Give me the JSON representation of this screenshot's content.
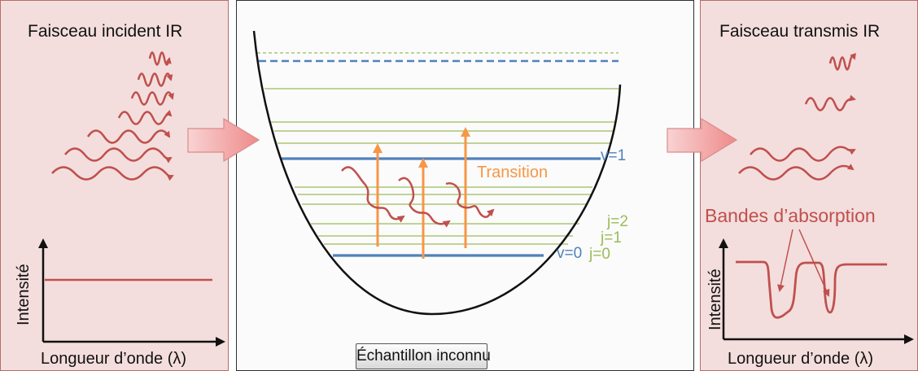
{
  "left": {
    "title": "Faisceau incident IR",
    "ylabel": "Intensité",
    "xlabel": "Longueur d’onde (λ)"
  },
  "center": {
    "sample_label": "Échantillon inconnu",
    "transition_label": "Transition",
    "v1_label": "v=1",
    "v0_label": "v=0",
    "j0_label": "j=0",
    "j1_label": "j=1",
    "j2_label": "j=2"
  },
  "right": {
    "title": "Faisceau transmis IR",
    "bands_label": "Bandes d’absorption",
    "ylabel": "Intensité",
    "xlabel": "Longueur d’onde (λ)"
  },
  "colors": {
    "panel_bg": "#f3dedd",
    "wave": "#c0504d",
    "vib_level": "#4f81bd",
    "rot_level": "#9bbb59",
    "transition": "#f79646"
  }
}
